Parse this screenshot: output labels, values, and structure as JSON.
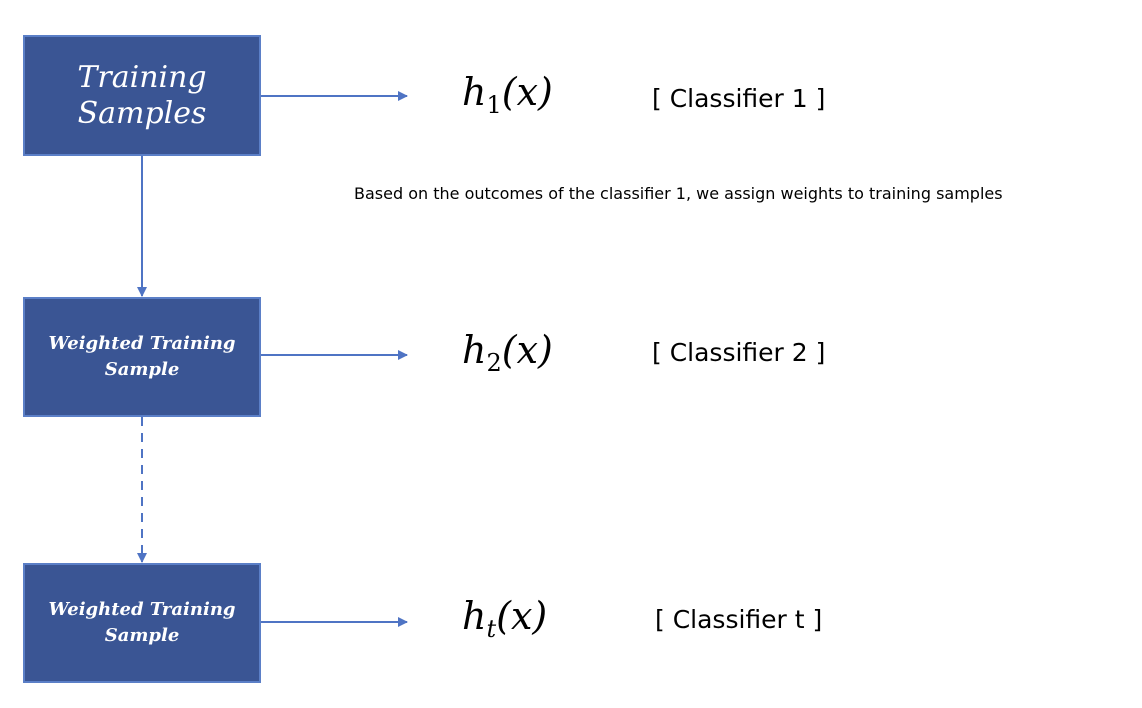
{
  "nodes": [
    {
      "id": "training-samples",
      "lines": [
        "Training",
        "Samples"
      ]
    },
    {
      "id": "weighted-1",
      "lines": [
        "Weighted Training",
        "Sample"
      ]
    },
    {
      "id": "weighted-2",
      "lines": [
        "Weighted Training",
        "Sample"
      ]
    }
  ],
  "hypotheses": [
    {
      "base": "h",
      "subscript": "1",
      "argument": "(x)",
      "label": "[ Classifier 1 ]"
    },
    {
      "base": "h",
      "subscript": "2",
      "argument": "(x)",
      "label": "[ Classifier 2 ]"
    },
    {
      "base": "h",
      "subscript": "t",
      "argument": "(x)",
      "label": "[ Classifier t ]"
    }
  ],
  "annotation": "Based on the outcomes of the classifier 1, we assign weights to training samples",
  "colors": {
    "box_fill": "#3a5594",
    "box_border": "#5b7fc7",
    "arrow": "#4f74c4"
  },
  "connectors": [
    {
      "from": "training-samples",
      "to": "weighted-1",
      "style": "solid"
    },
    {
      "from": "weighted-1",
      "to": "weighted-2",
      "style": "dashed"
    }
  ]
}
